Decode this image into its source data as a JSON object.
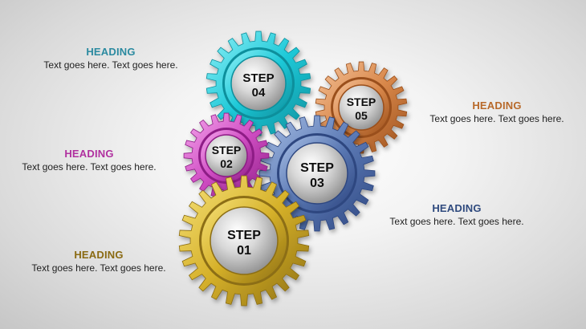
{
  "steps": [
    {
      "id": "01",
      "line1": "STEP",
      "line2": "01",
      "heading": "HEADING",
      "text": "Text goes here. Text goes here.",
      "color": "#d6b12a",
      "dark": "#8c6e12",
      "light": "#f6e27a",
      "heading_color": "#8a6a12"
    },
    {
      "id": "02",
      "line1": "STEP",
      "line2": "02",
      "heading": "HEADING",
      "text": "Text goes here. Text goes here.",
      "color": "#d14fc4",
      "dark": "#8e1e86",
      "light": "#f4a8ec",
      "heading_color": "#b0309f"
    },
    {
      "id": "03",
      "line1": "STEP",
      "line2": "03",
      "heading": "HEADING",
      "text": "Text goes here. Text goes here.",
      "color": "#5b79b4",
      "dark": "#2d4680",
      "light": "#a9c0e6",
      "heading_color": "#2f4a7e"
    },
    {
      "id": "04",
      "line1": "STEP",
      "line2": "04",
      "heading": "HEADING",
      "text": "Text goes here. Text goes here.",
      "color": "#1fc9d8",
      "dark": "#0b8f9c",
      "light": "#8ff0f7",
      "heading_color": "#2b8aa0"
    },
    {
      "id": "05",
      "line1": "STEP",
      "line2": "05",
      "heading": "HEADING",
      "text": "Text goes here. Text goes here.",
      "color": "#d8874a",
      "dark": "#9a4f1a",
      "light": "#f5c39a",
      "heading_color": "#b8692a"
    }
  ]
}
